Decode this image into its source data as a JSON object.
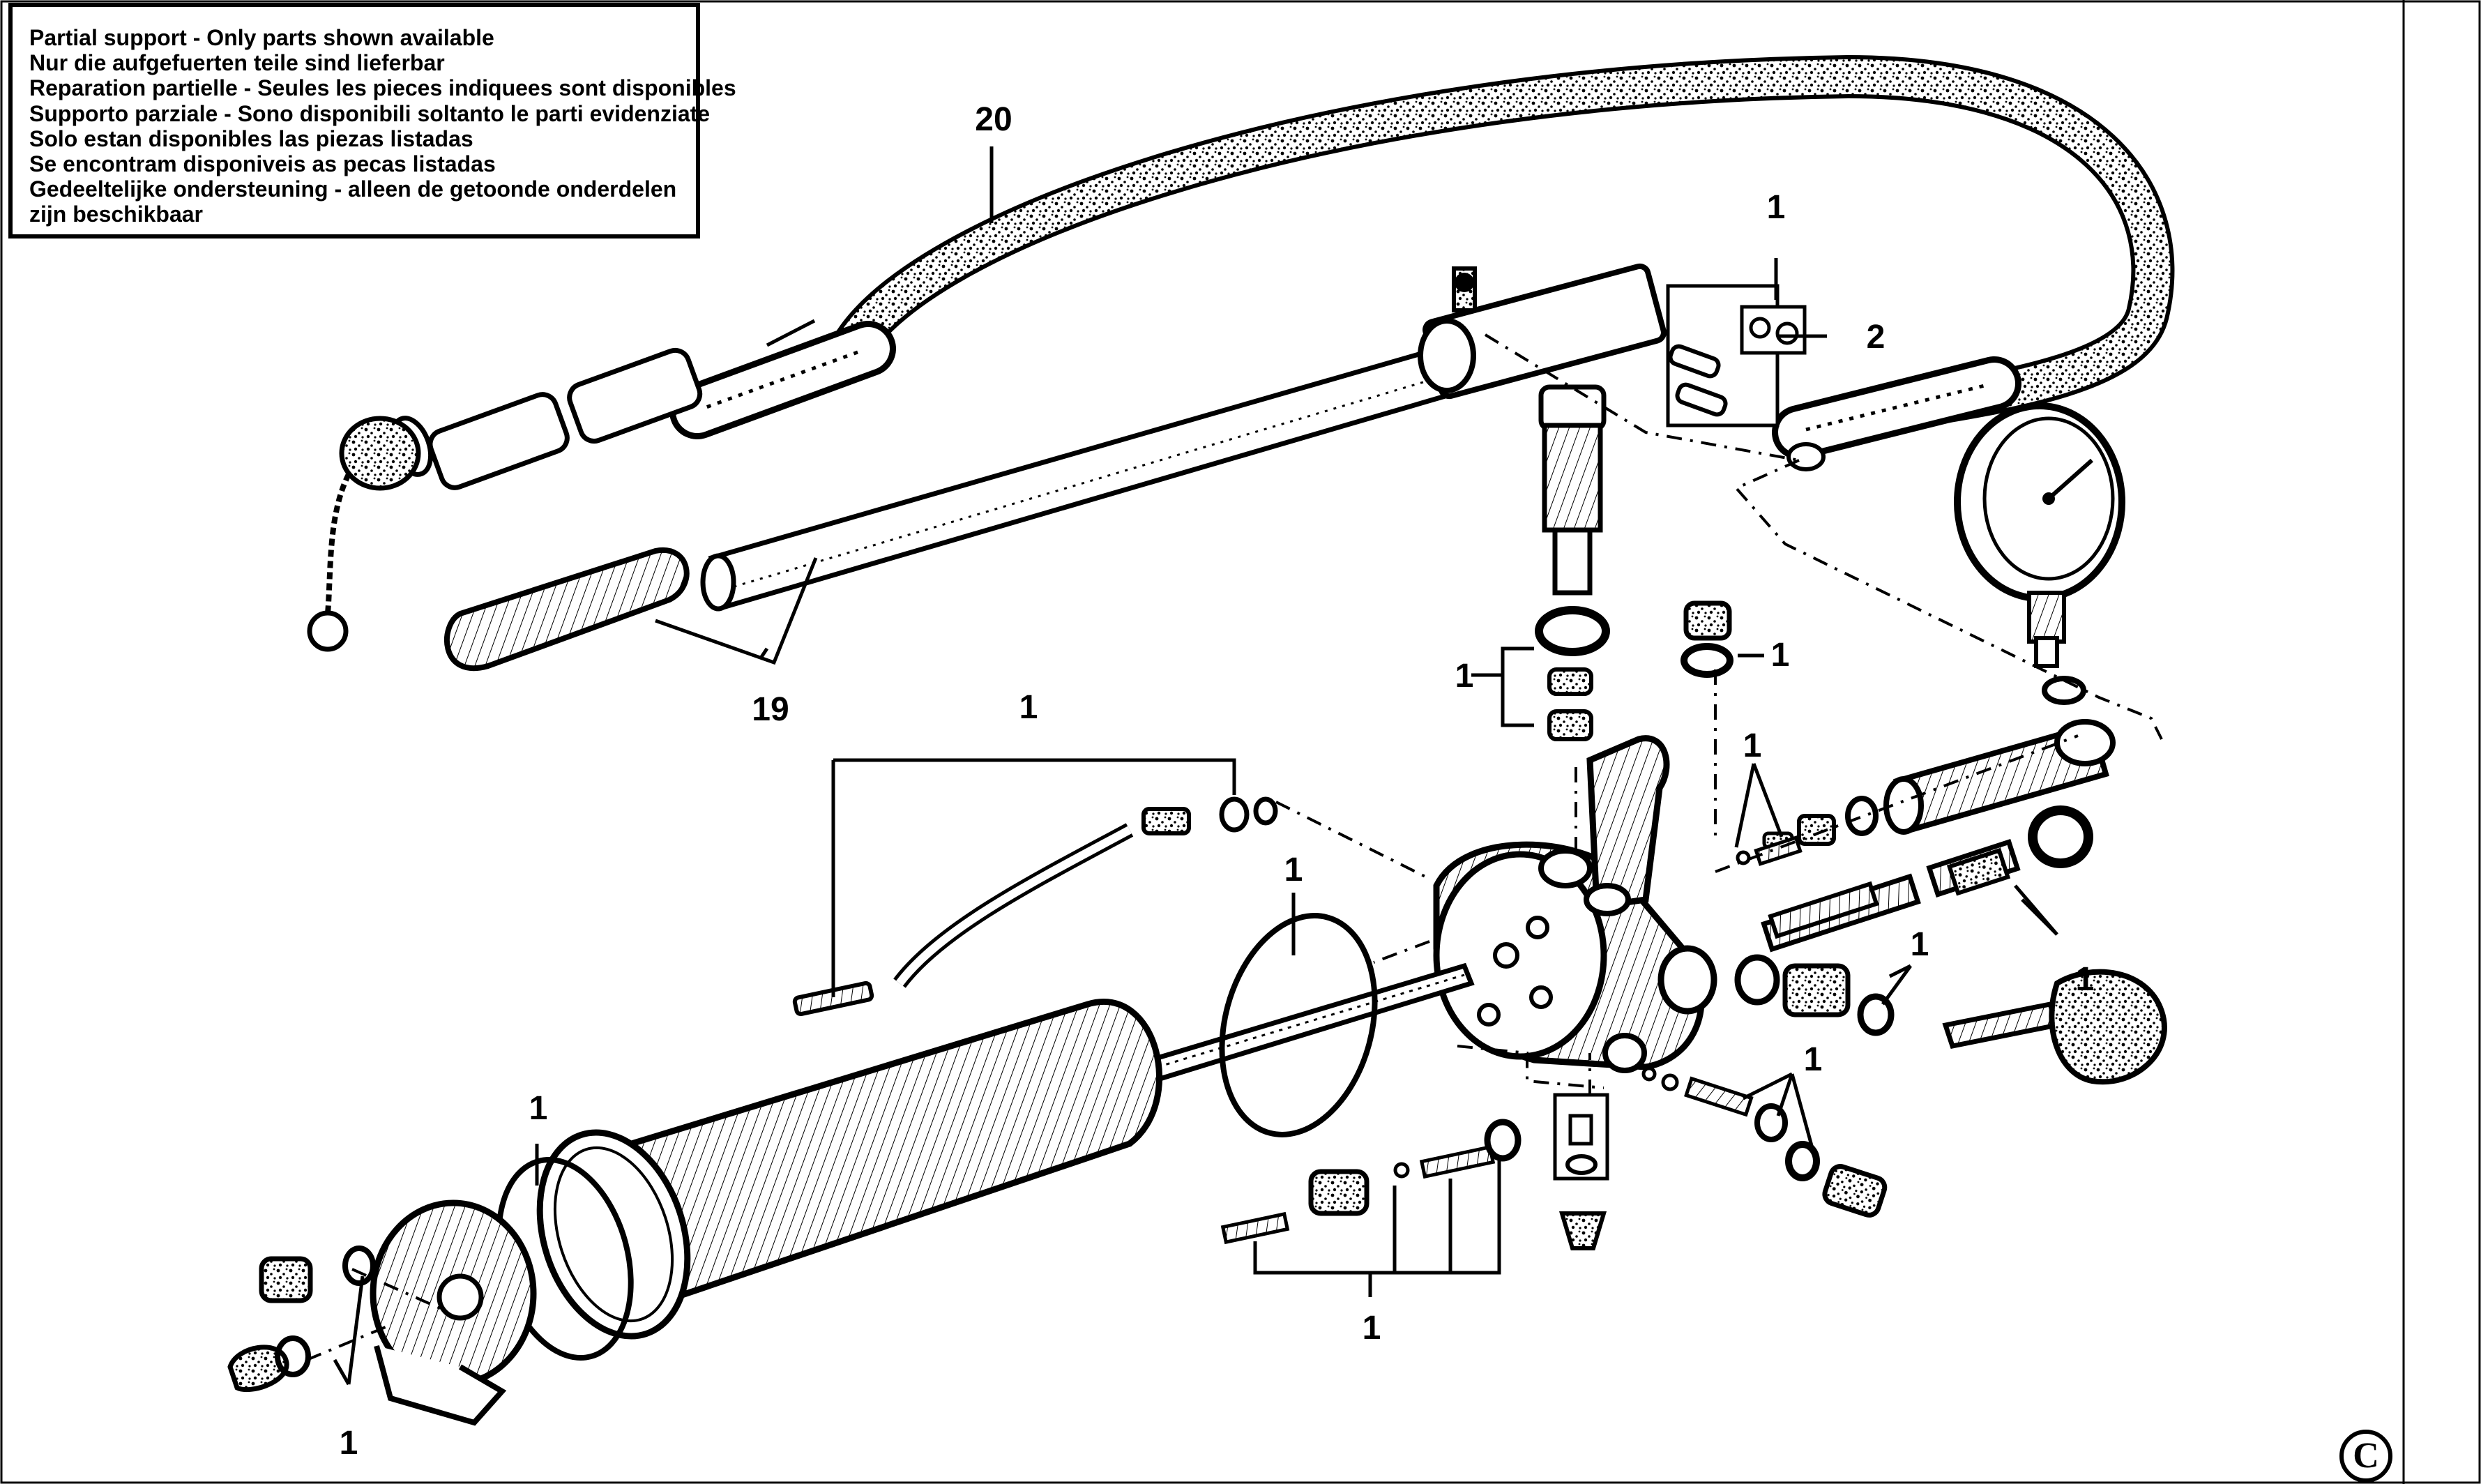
{
  "notice": {
    "lines": [
      "Partial support - Only parts shown available",
      "Nur die aufgefuerten teile sind lieferbar",
      "Reparation partielle - Seules les pieces indiquees sont disponibles",
      "Supporto parziale - Sono disponibili soltanto le parti evidenziate",
      "Solo estan disponibles las piezas listadas",
      "Se encontram disponiveis as pecas listadas",
      "Gedeeltelijke ondersteuning - alleen de getoonde onderdelen",
      "zijn beschikbaar"
    ]
  },
  "callouts": {
    "hose": "20",
    "handle": "19",
    "valve_block_top": "1",
    "bracket_side": "2",
    "seal_stack": "1",
    "plug_washer": "1",
    "tube_group": "1",
    "oring_large": "1",
    "right_group_top": "1",
    "right_group_side": "1",
    "knob_seals": "1",
    "lower_right_group": "1",
    "bottom_pins": "1",
    "cap_oring": "1",
    "end_cap_parts": "1"
  },
  "copyright_symbol": "C"
}
